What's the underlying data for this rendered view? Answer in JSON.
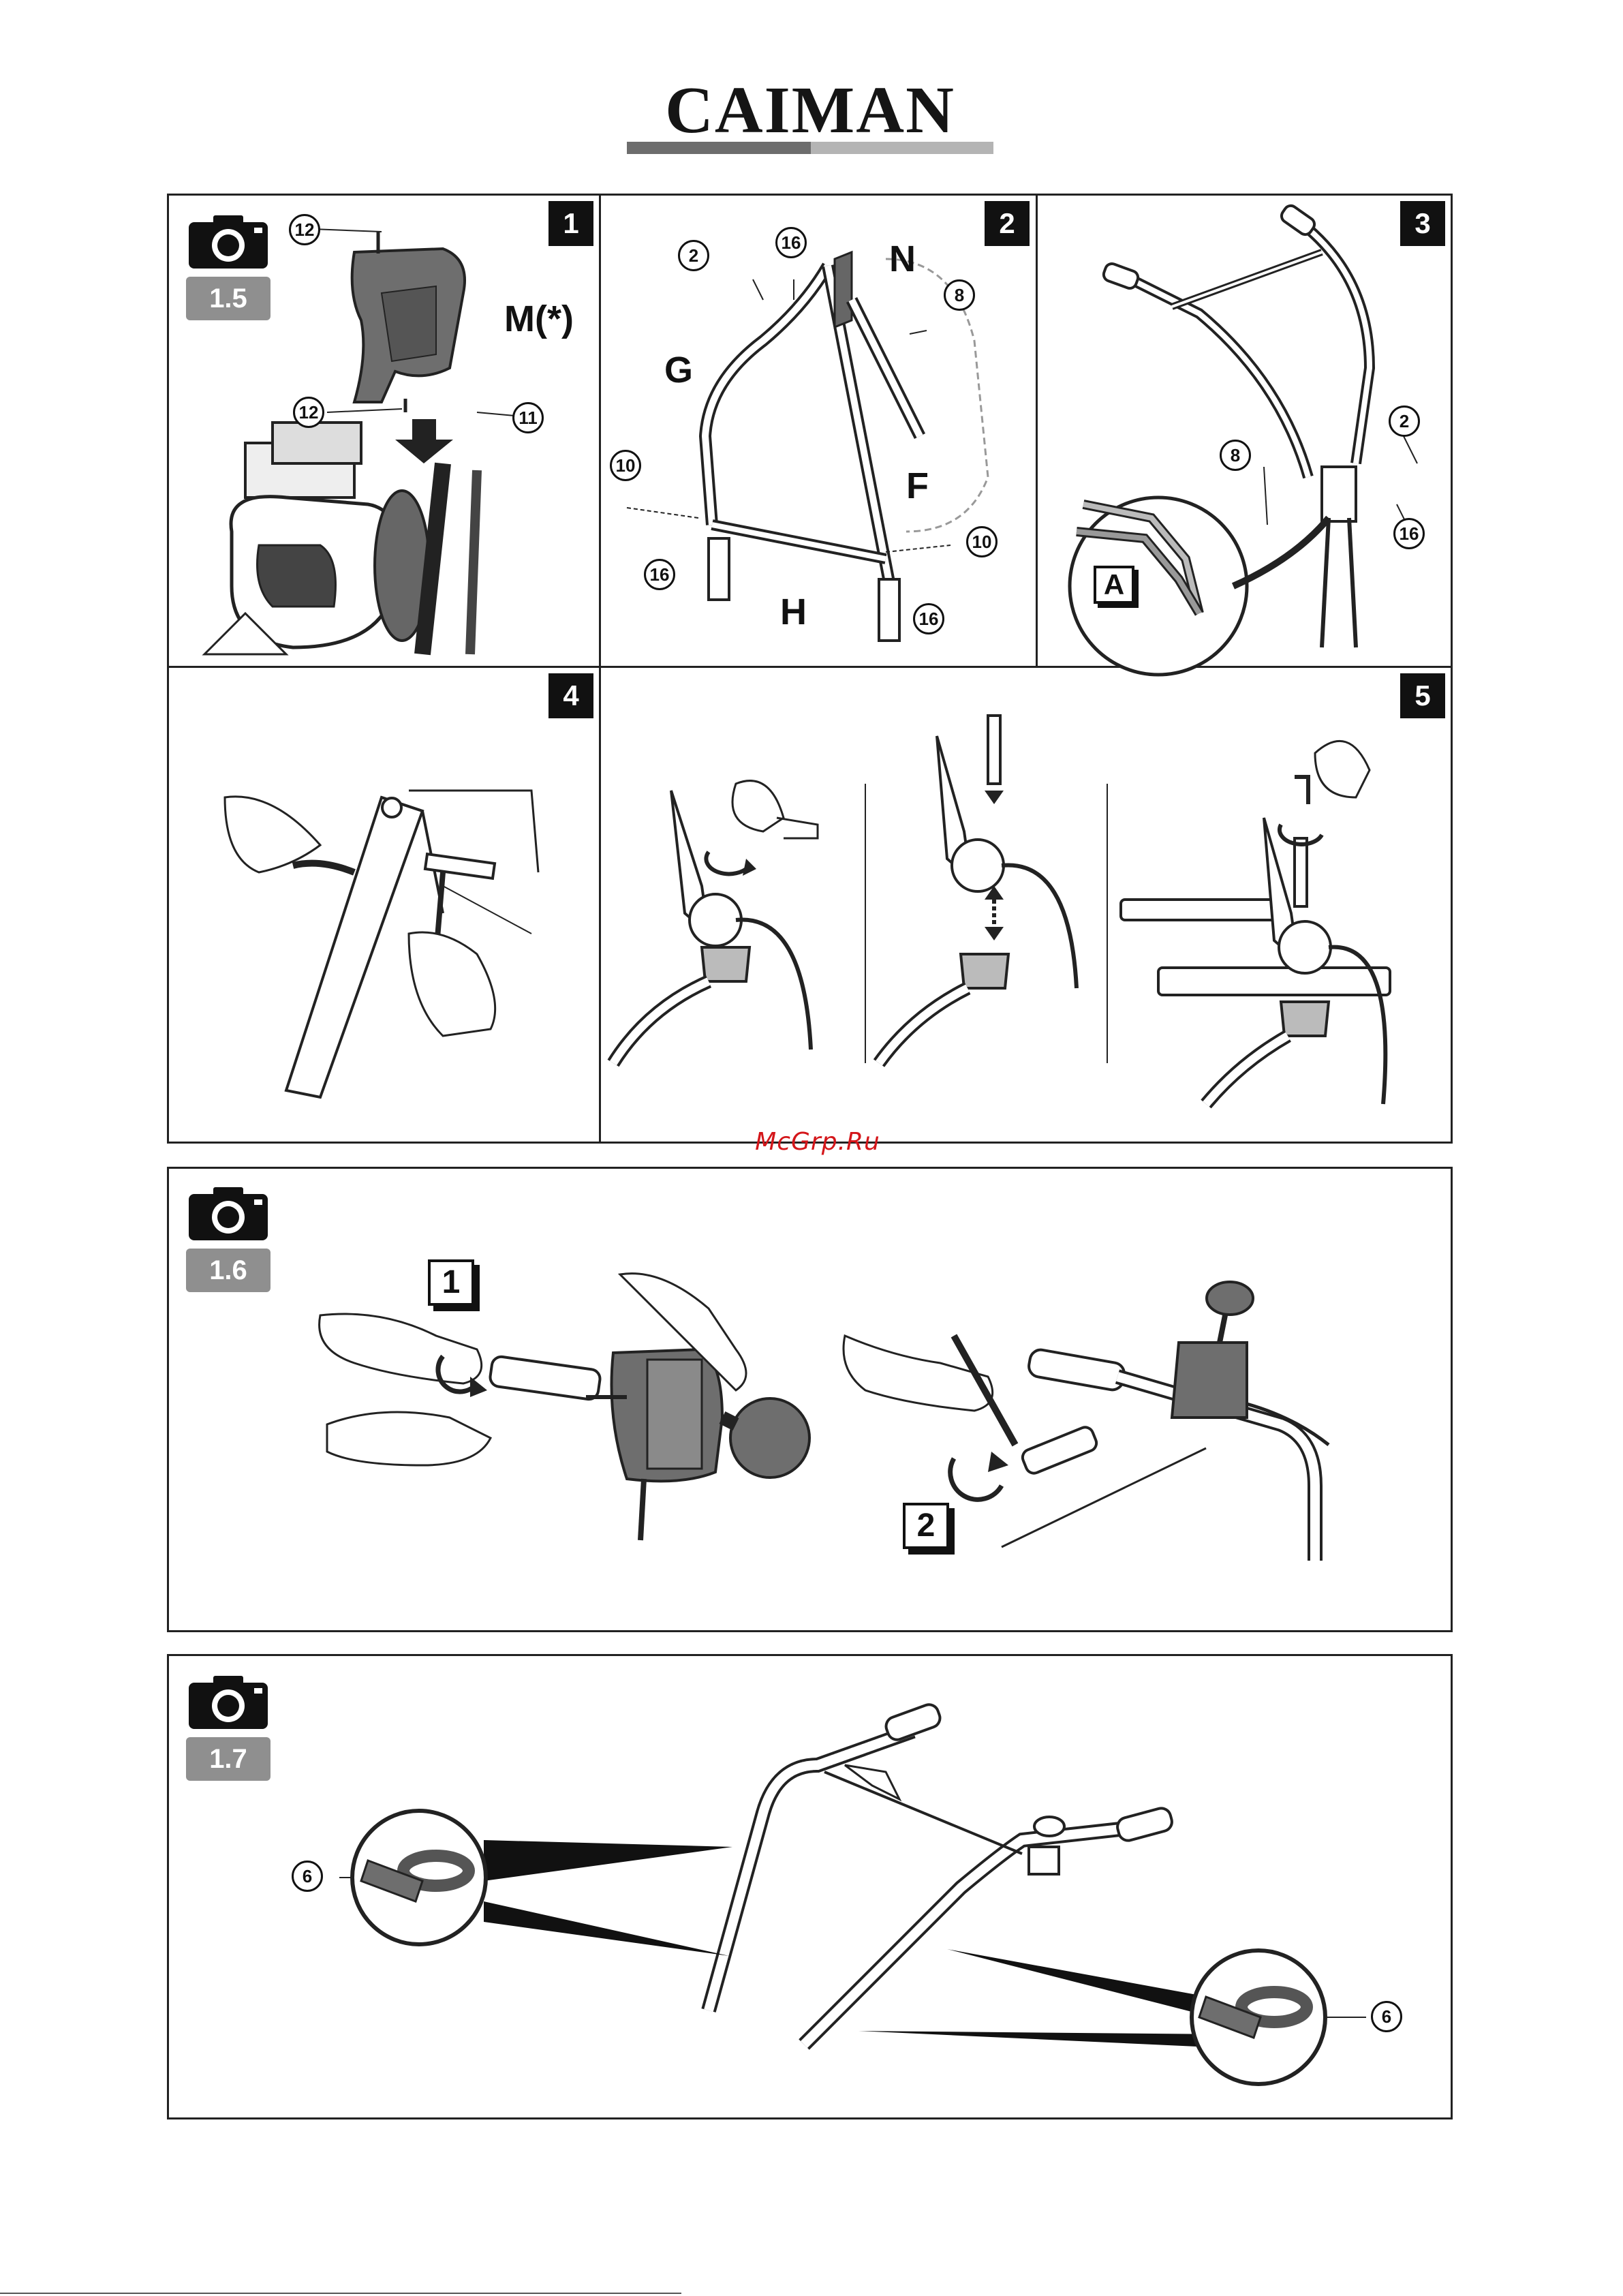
{
  "header": {
    "brand": "CAIMAN"
  },
  "watermark": "McGrp.Ru",
  "colors": {
    "badge_bg": "#111111",
    "camera_label_bg": "#8f8f8f",
    "watermark": "#d4161a",
    "part": "#6e6e6e"
  },
  "section_1_5": {
    "camera_label": "1.5",
    "panels": [
      {
        "number": "1",
        "part_label": "M(*)",
        "callouts": [
          "12",
          "12",
          "11"
        ]
      },
      {
        "number": "2",
        "letters": [
          "N",
          "G",
          "F",
          "H"
        ],
        "callouts": [
          "2",
          "16",
          "8",
          "10",
          "16",
          "10",
          "16"
        ]
      },
      {
        "number": "3",
        "inset_label": "A",
        "callouts": [
          "8",
          "2",
          "16"
        ]
      },
      {
        "number": "4"
      },
      {
        "number": "5"
      }
    ]
  },
  "section_1_6": {
    "camera_label": "1.6",
    "steps": [
      "1",
      "2"
    ]
  },
  "section_1_7": {
    "camera_label": "1.7",
    "callouts": [
      "6",
      "6"
    ]
  }
}
